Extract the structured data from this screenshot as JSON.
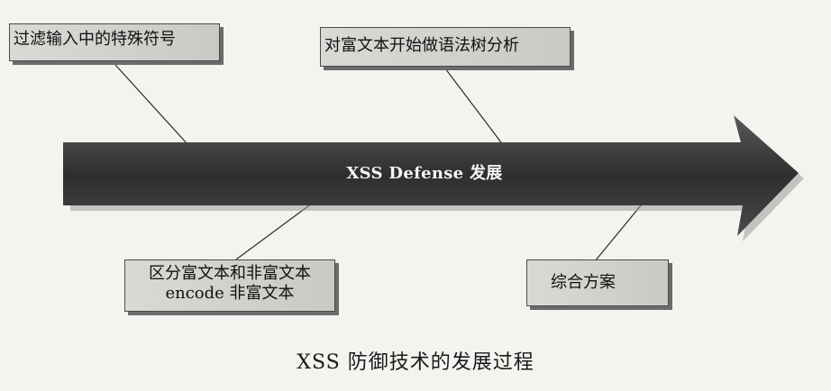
{
  "arrow": {
    "label": "XSS Defense 发展"
  },
  "boxes": {
    "filter_input": "过滤输入中的特殊符号",
    "rich_text_parse": "对富文本开始做语法树分析",
    "distinguish_line1": "区分富文本和非富文本",
    "distinguish_line2": "encode 非富文本",
    "comprehensive": "综合方案"
  },
  "caption": "XSS 防御技术的发展过程"
}
